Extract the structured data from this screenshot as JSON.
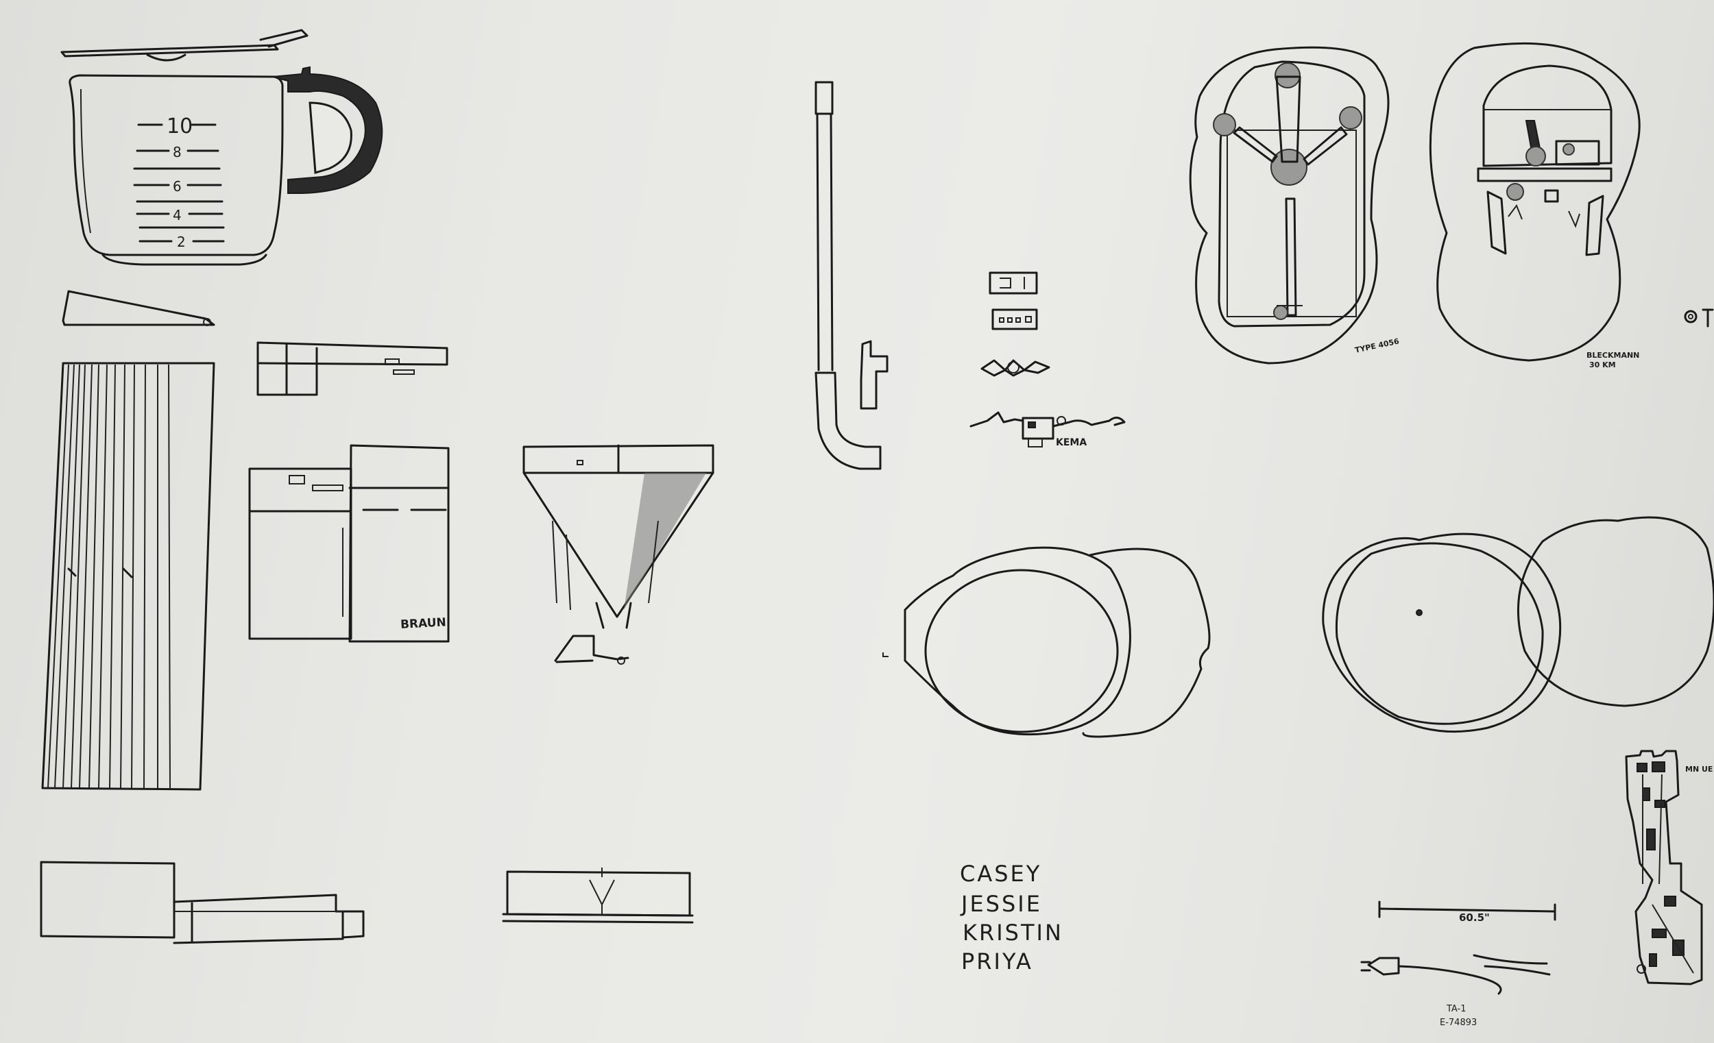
{
  "carafe": {
    "marks": [
      "10",
      "8",
      "6",
      "4",
      "2"
    ]
  },
  "labels": {
    "logo": "BRAUN",
    "switch_text": "KEMA",
    "plate_left_type": "TYPE 4056",
    "plate_right_maker": "BLECKMANN",
    "plate_right_code": "30 KM",
    "cord_length": "60.5\"",
    "cord_code_1": "TA-1",
    "cord_code_2": "E-74893",
    "board_code": "MN UE"
  },
  "names": [
    "CASEY",
    "JESSIE",
    "KRISTIN",
    "PRIYA"
  ]
}
